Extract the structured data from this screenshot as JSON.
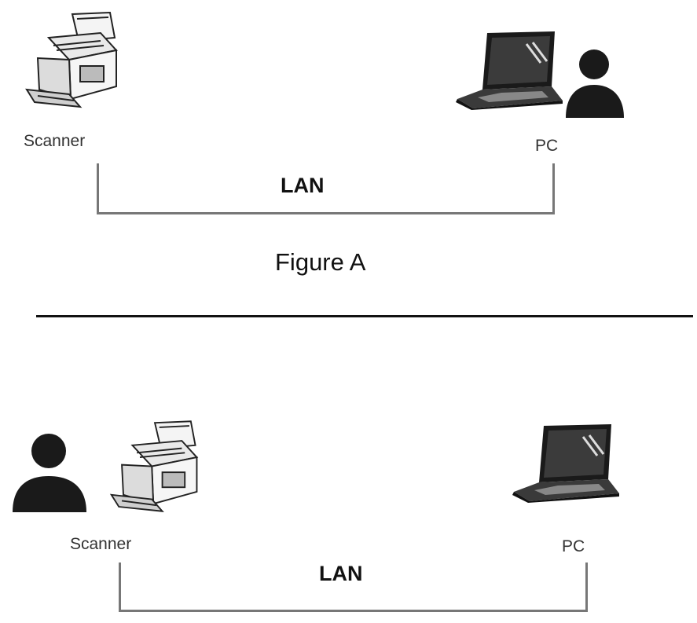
{
  "figure_a": {
    "scanner_label": "Scanner",
    "pc_label": "PC",
    "lan_label": "LAN",
    "caption": "Figure A"
  },
  "figure_b": {
    "scanner_label": "Scanner",
    "pc_label": "PC",
    "lan_label": "LAN"
  },
  "colors": {
    "icon_dark": "#1a1a1a",
    "bracket": "#777777",
    "divider": "#111111"
  },
  "icons": [
    "scanner-icon",
    "laptop-icon",
    "person-icon"
  ]
}
